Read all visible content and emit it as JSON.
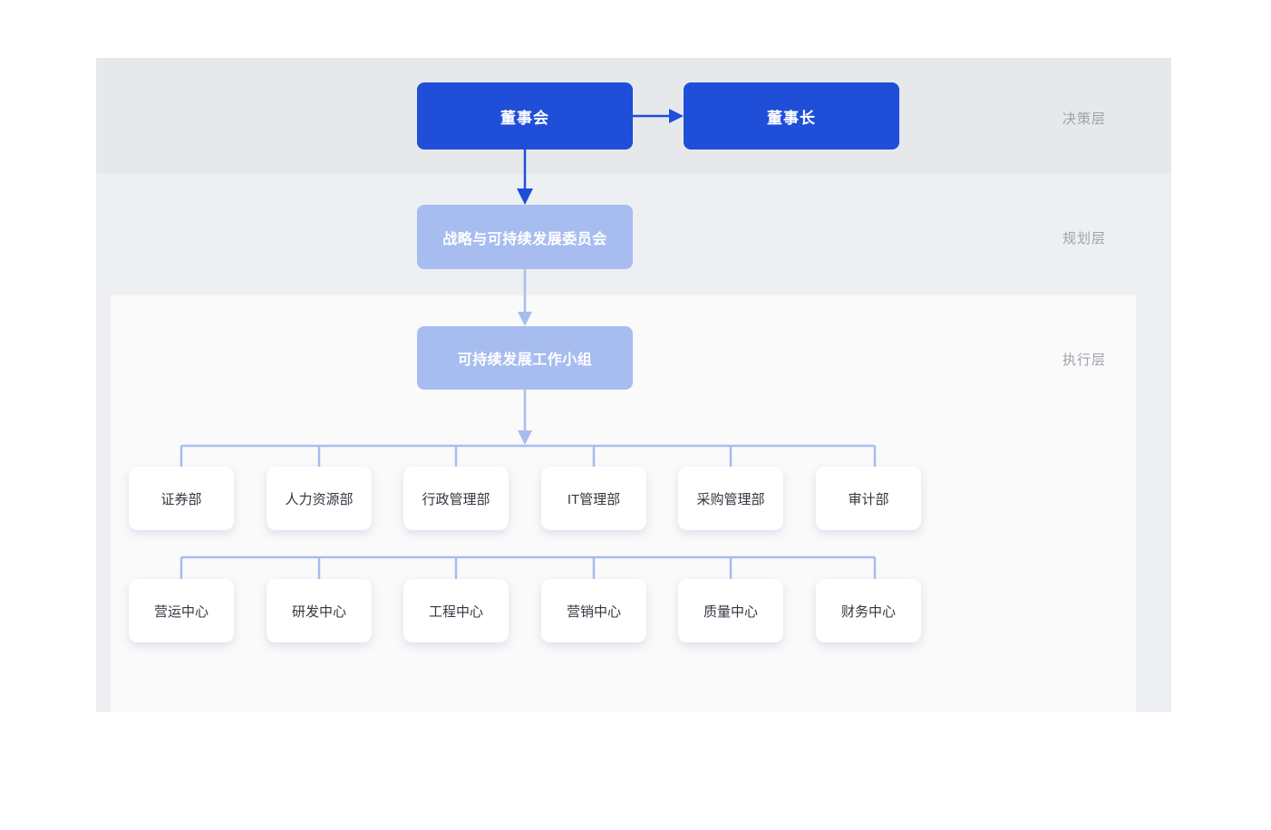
{
  "chart_data": {
    "type": "diagram",
    "title": "",
    "layers": [
      {
        "id": "decision",
        "label": "决策层"
      },
      {
        "id": "planning",
        "label": "规划层"
      },
      {
        "id": "execution",
        "label": "执行层"
      }
    ],
    "nodes": {
      "board": {
        "label": "董事会",
        "layer": "decision",
        "style": "primary"
      },
      "chairman": {
        "label": "董事长",
        "layer": "decision",
        "style": "primary"
      },
      "strategy": {
        "label": "战略与可持续发展委员会",
        "layer": "planning",
        "style": "committee"
      },
      "workgroup": {
        "label": "可持续发展工作小组",
        "layer": "execution",
        "style": "committee"
      }
    },
    "departments_row1": [
      {
        "label": "证券部"
      },
      {
        "label": "人力资源部"
      },
      {
        "label": "行政管理部"
      },
      {
        "label": "IT管理部"
      },
      {
        "label": "采购管理部"
      },
      {
        "label": "审计部"
      }
    ],
    "departments_row2": [
      {
        "label": "营运中心"
      },
      {
        "label": "研发中心"
      },
      {
        "label": "工程中心"
      },
      {
        "label": "营销中心"
      },
      {
        "label": "质量中心"
      },
      {
        "label": "财务中心"
      }
    ],
    "edges": [
      {
        "from": "board",
        "to": "chairman",
        "kind": "arrow-right",
        "color": "#1f4fd8"
      },
      {
        "from": "board",
        "to": "strategy",
        "kind": "arrow-down",
        "color": "#1f4fd8"
      },
      {
        "from": "strategy",
        "to": "workgroup",
        "kind": "arrow-down",
        "color": "#a7bdf0"
      },
      {
        "from": "workgroup",
        "to": "departments_row1",
        "kind": "bus-down",
        "color": "#a7bdf0"
      },
      {
        "from": "departments_row1",
        "to": "departments_row2",
        "kind": "bus-down",
        "color": "#a7bdf0"
      }
    ],
    "colors": {
      "primary": "#1f4fd8",
      "committee": "#a7bdf0",
      "connector": "#a7bdf0",
      "band_decision": "#e6e8eb",
      "band_planning": "#edeff3",
      "band_execution": "#fafafa",
      "card": "#ffffff",
      "card_text": "#333740",
      "layer_label": "#9ea3ab"
    }
  }
}
